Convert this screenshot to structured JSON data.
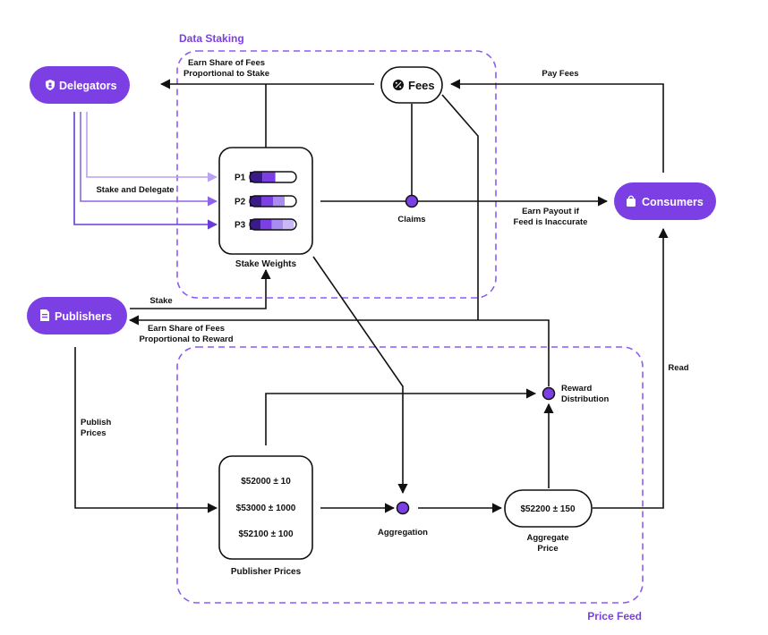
{
  "regions": {
    "data_staking": "Data Staking",
    "price_feed": "Price Feed"
  },
  "nodes": {
    "delegators": "Delegators",
    "publishers": "Publishers",
    "consumers": "Consumers",
    "fees": "Fees",
    "stake_weights": "Stake Weights",
    "claims": "Claims",
    "aggregation": "Aggregation",
    "aggregate_price": {
      "value": "$52200 ± 150",
      "line1": "Aggregate",
      "line2": "Price"
    },
    "reward_distribution": {
      "line1": "Reward",
      "line2": "Distribution"
    },
    "publisher_prices": {
      "title": "Publisher Prices",
      "prices": [
        "$52000 ± 10",
        "$53000 ± 1000",
        "$52100 ± 100"
      ]
    }
  },
  "stake_bars": [
    {
      "label": "P1",
      "fill": 0.55
    },
    {
      "label": "P2",
      "fill": 0.75
    },
    {
      "label": "P3",
      "fill": 0.95
    }
  ],
  "edge_labels": {
    "earn_share_stake_1": "Earn Share of Fees",
    "earn_share_stake_2": "Proportional to Stake",
    "pay_fees": "Pay Fees",
    "stake_and_delegate": "Stake and Delegate",
    "earn_payout_1": "Earn Payout if",
    "earn_payout_2": "Feed is Inaccurate",
    "stake": "Stake",
    "earn_share_reward_1": "Earn Share of Fees",
    "earn_share_reward_2": "Proportional to Reward",
    "publish_prices_1": "Publish",
    "publish_prices_2": "Prices",
    "read": "Read"
  },
  "colors": {
    "accent": "#7b3fe4",
    "accent_light": "#a98cf0",
    "accent_dark": "#3b1a8a",
    "line": "#111111"
  },
  "icons": {
    "delegators": "shield-icon",
    "publishers": "document-icon",
    "consumers": "bag-icon",
    "fees": "percent-icon"
  }
}
